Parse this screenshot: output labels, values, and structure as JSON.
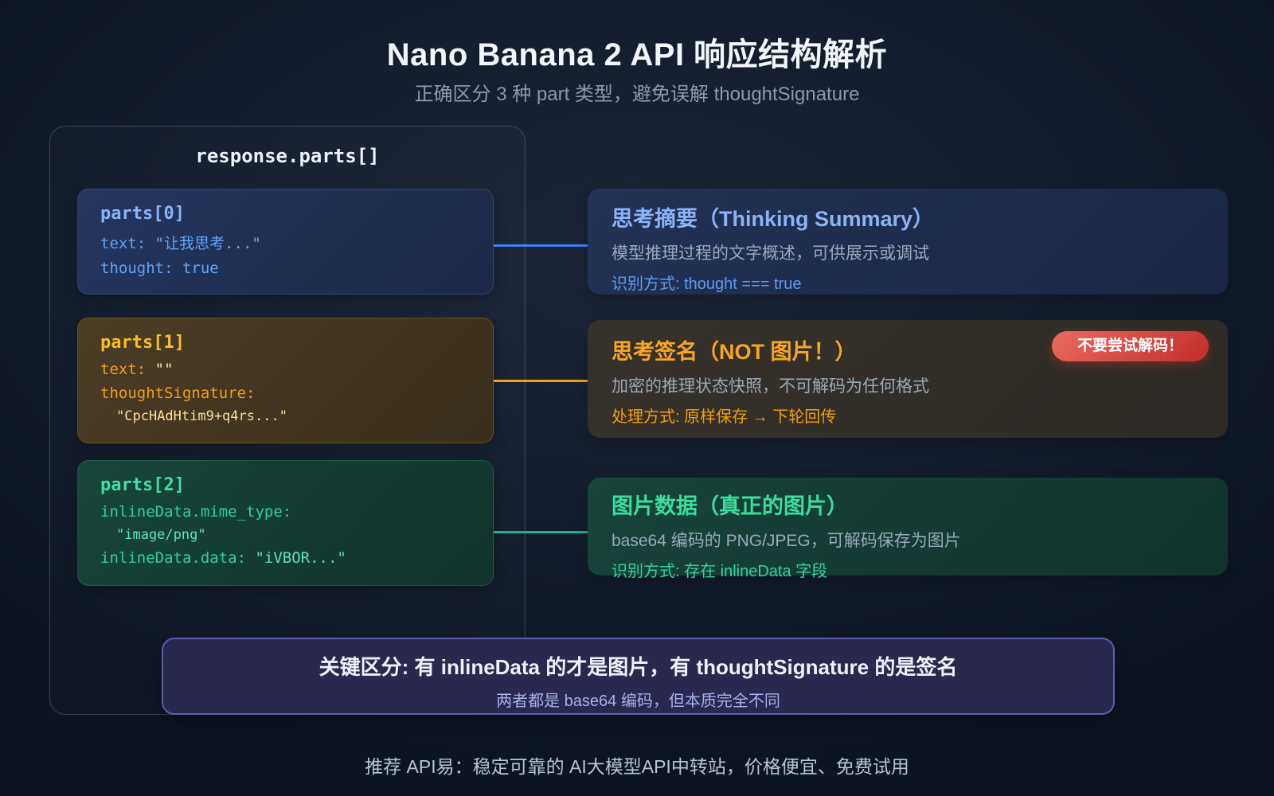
{
  "colors": {
    "thinking_accent": "#3b82f6",
    "signature_accent": "#f59e0b",
    "image_accent": "#10b981",
    "warning_red": "#c9352f",
    "banner_border": "#5c5ca6"
  },
  "header": {
    "title": "Nano Banana 2 API 响应结构解析",
    "subtitle": "正确区分 3 种 part 类型，避免误解 thoughtSignature"
  },
  "parts_panel": {
    "header": "response.parts[]",
    "cards": [
      {
        "title": "parts[0]",
        "line1_key": "text:",
        "line1_value": "\"让我思考...\"",
        "line2_key": "thought:",
        "line2_value": "true"
      },
      {
        "title": "parts[1]",
        "line1_key": "text:",
        "line1_value": "\"\"",
        "line2_key": "thoughtSignature:",
        "line3_value": "\"CpcHAdHtim9+q4rs...\""
      },
      {
        "title": "parts[2]",
        "line1_key": "inlineData.mime_type:",
        "line2_value": "\"image/png\"",
        "line3_key": "inlineData.data:",
        "line3_value": "\"iVBOR...\""
      }
    ]
  },
  "detail_panels": [
    {
      "title": "思考摘要（Thinking Summary）",
      "description": "模型推理过程的文字概述，可供展示或调试",
      "note": "识别方式: thought === true"
    },
    {
      "title": "思考签名（NOT 图片！）",
      "badge": "不要尝试解码！",
      "description": "加密的推理状态快照，不可解码为任何格式",
      "note": "处理方式: 原样保存 → 下轮回传"
    },
    {
      "title": "图片数据（真正的图片）",
      "description": "base64 编码的 PNG/JPEG，可解码保存为图片",
      "note": "识别方式: 存在 inlineData 字段"
    }
  ],
  "banner": {
    "title": "关键区分: 有 inlineData 的才是图片，有 thoughtSignature 的是签名",
    "subtitle": "两者都是 base64 编码，但本质完全不同"
  },
  "footer": {
    "text": "推荐 API易：稳定可靠的 AI大模型API中转站，价格便宜、免费试用"
  }
}
